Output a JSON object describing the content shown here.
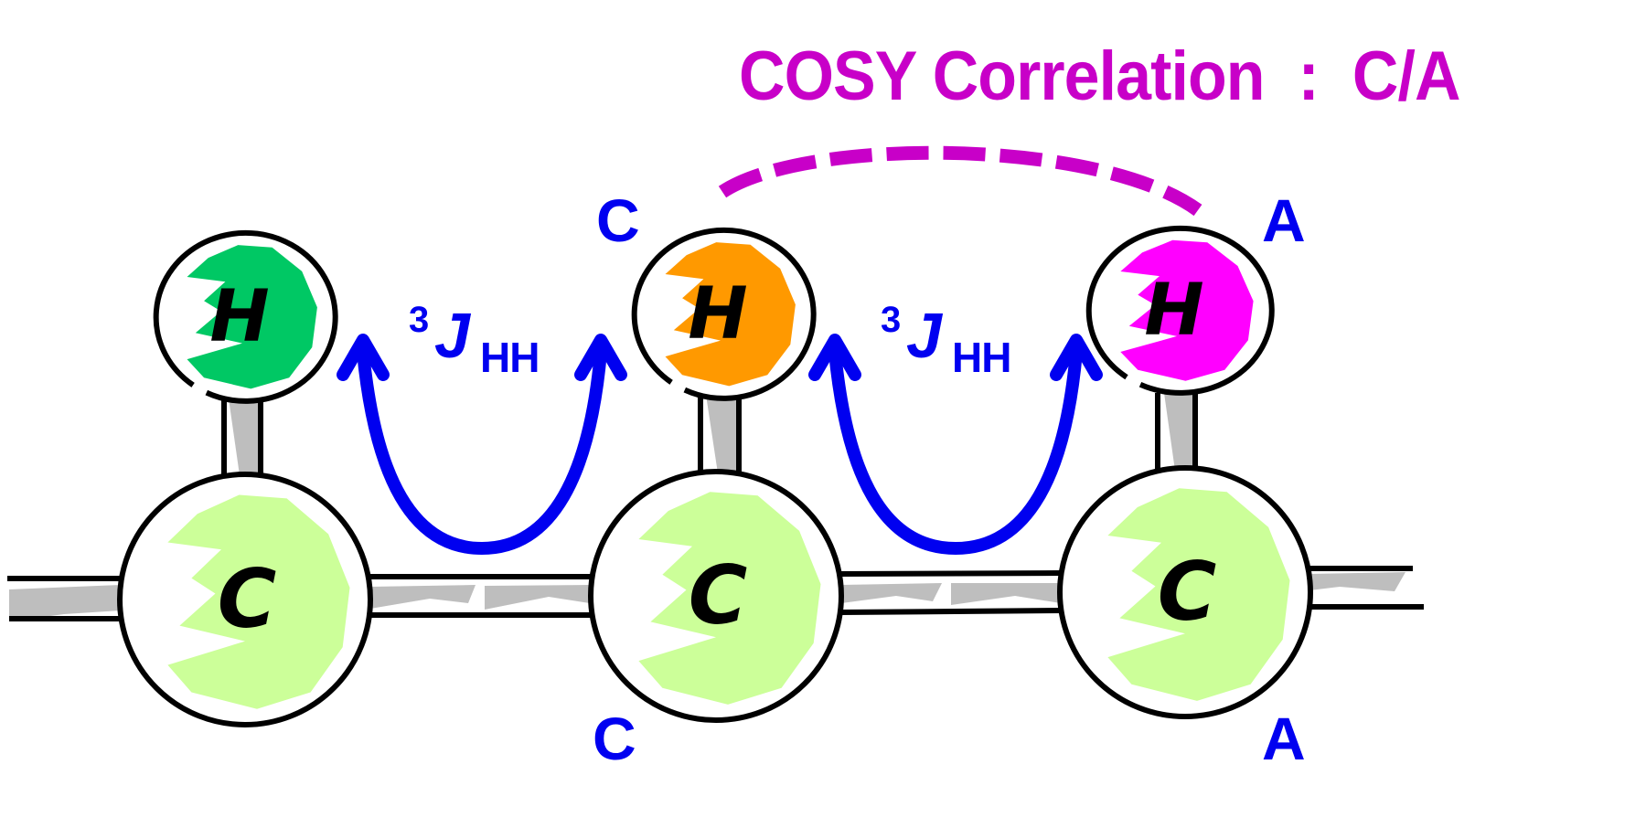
{
  "title": {
    "text": "COSY Correlation  :  C/A",
    "color": "#C800C8"
  },
  "atoms": {
    "hydrogens": [
      {
        "symbol": "H",
        "fill": "#00C864",
        "label": ""
      },
      {
        "symbol": "H",
        "fill": "#FF9900",
        "label": "C"
      },
      {
        "symbol": "H",
        "fill": "#FF00FF",
        "label": "A"
      }
    ],
    "carbons": [
      {
        "symbol": "C",
        "fill": "#CCFF99",
        "label": ""
      },
      {
        "symbol": "C",
        "fill": "#CCFF99",
        "label": "C"
      },
      {
        "symbol": "C",
        "fill": "#CCFF99",
        "label": "A"
      }
    ]
  },
  "couplings": [
    {
      "superscript": "3",
      "symbol": "J",
      "subscript": "HH",
      "from": "H1",
      "to": "H2"
    },
    {
      "superscript": "3",
      "symbol": "J",
      "subscript": "HH",
      "from": "H2",
      "to": "H3"
    }
  ],
  "correlation": {
    "from": "H2 (C)",
    "to": "H3 (A)",
    "style": "dashed",
    "color": "#C800C8"
  },
  "colors": {
    "arrow": "#0000F0",
    "label": "#0000F0",
    "bond_shade": "#BEBEBE",
    "outline": "#000000"
  }
}
